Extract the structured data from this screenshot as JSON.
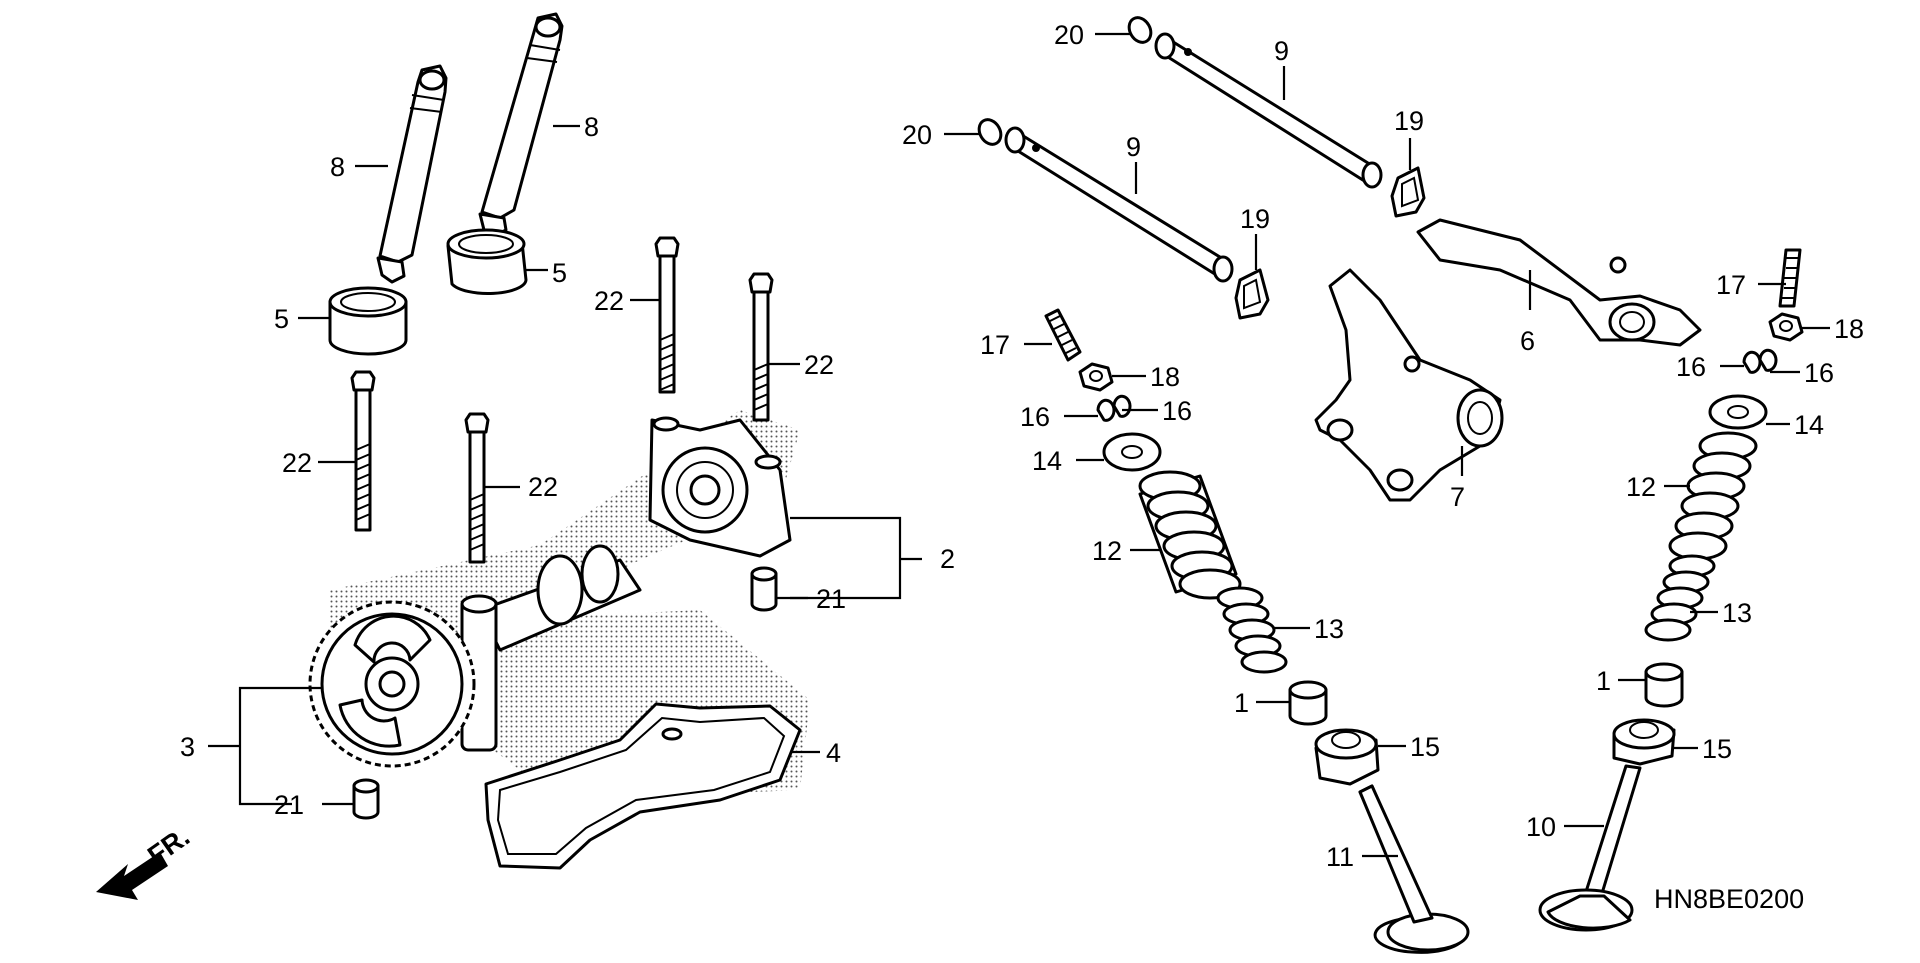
{
  "diagram": {
    "code": "HN8BE0200",
    "front_marker": "FR.",
    "callouts": [
      "1",
      "2",
      "3",
      "4",
      "5",
      "6",
      "7",
      "8",
      "9",
      "10",
      "11",
      "12",
      "13",
      "14",
      "15",
      "16",
      "17",
      "18",
      "19",
      "20",
      "21",
      "22"
    ]
  }
}
